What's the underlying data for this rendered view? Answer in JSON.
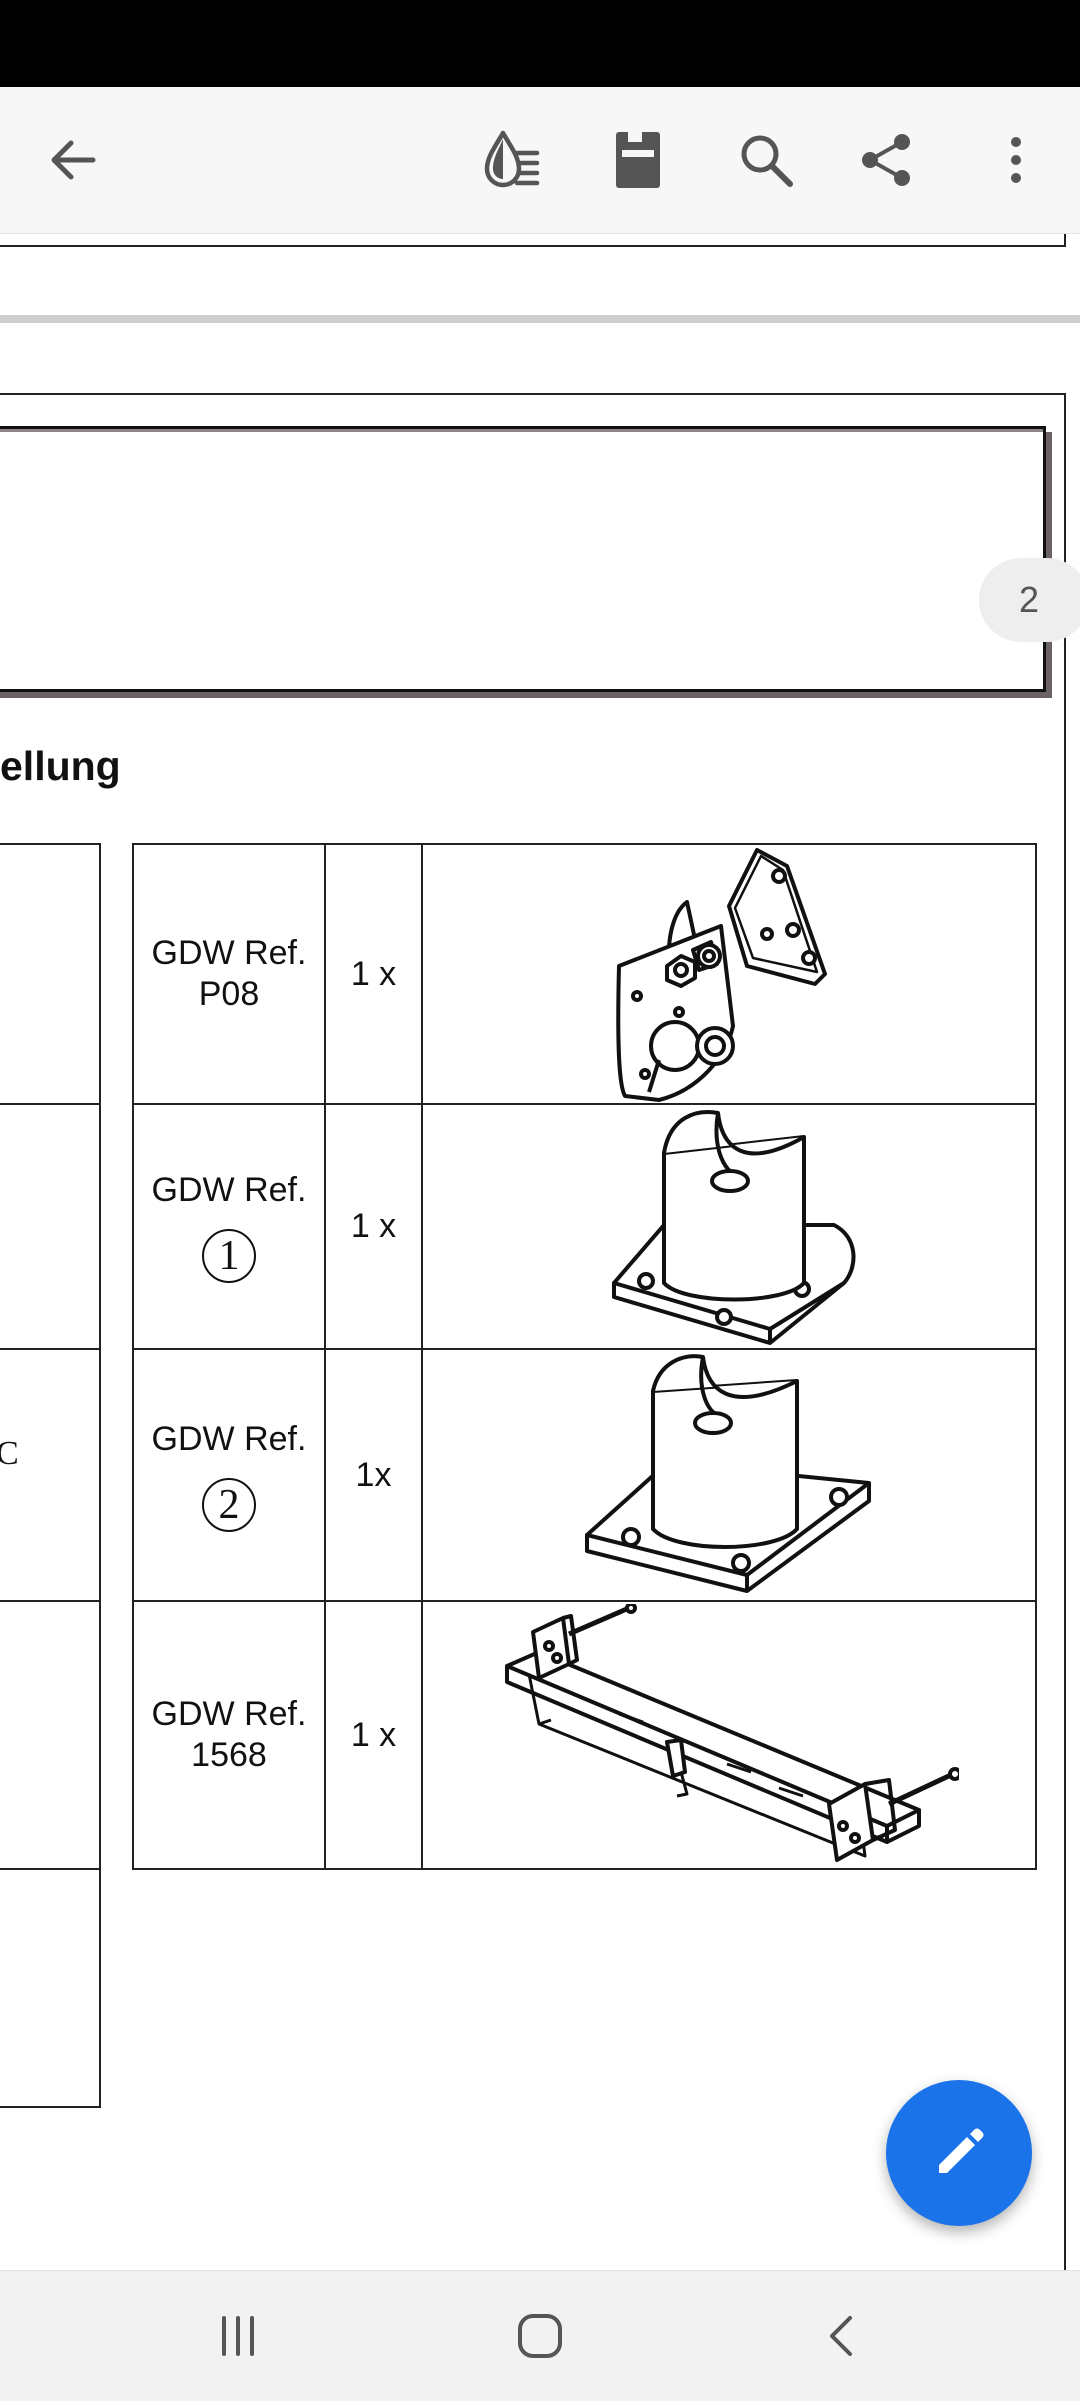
{
  "toolbar": {
    "icons": [
      "back-arrow-icon",
      "reading-mode-icon",
      "bookmark-icon",
      "search-icon",
      "share-icon",
      "more-options-icon"
    ]
  },
  "document": {
    "current_page": "2",
    "section_heading": "ellung",
    "left_fragment": "C",
    "parts": [
      {
        "ref_line1": "GDW Ref.",
        "ref_line2": "P08",
        "ref_circle": "",
        "qty": "1 x",
        "image": "mounting-plate-bracket"
      },
      {
        "ref_line1": "GDW Ref.",
        "ref_line2": "",
        "ref_circle": "1",
        "qty": "1 x",
        "image": "round-post-base"
      },
      {
        "ref_line1": "GDW Ref.",
        "ref_line2": "",
        "ref_circle": "2",
        "qty": "1x",
        "image": "square-post-base"
      },
      {
        "ref_line1": "GDW Ref.",
        "ref_line2": "1568",
        "ref_circle": "",
        "qty": "1 x",
        "image": "tow-bar-frame"
      }
    ]
  },
  "fab": {
    "icon": "edit-pencil-icon"
  },
  "navigation": {
    "icons": [
      "recent-apps-icon",
      "home-icon",
      "back-icon"
    ]
  },
  "colors": {
    "accent": "#1a73e8",
    "toolbar_bg": "#f7f7f7",
    "icon_gray": "#555555"
  }
}
